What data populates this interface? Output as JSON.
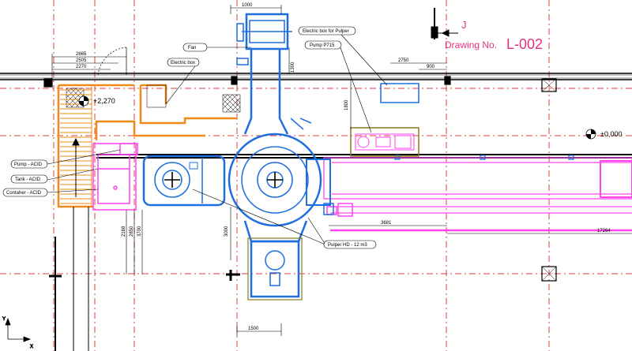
{
  "drawing": {
    "section_letter": "J",
    "label": "Drawing No.",
    "number": "L-002"
  },
  "colors": {
    "pulper_blue": "#1e6fe0",
    "acid_magenta": "#ff44ee",
    "wall_orange": "#f08a1a",
    "grid_red": "#e03c3c",
    "structure_black": "#000000",
    "pump_olive": "#8a7a20"
  },
  "levels": {
    "upper": "+2,270",
    "main": "±0,000"
  },
  "callouts": {
    "fan": "Fan",
    "electric_box": "Electric box",
    "electric_box_pulper": "Electric box for Pulper",
    "pump_p715": "Pump P715",
    "pump_acid": "Pump - ACID",
    "tank_acid": "Tank - ACID",
    "container_acid": "Contaher - ACID",
    "pulper_hd": "Pulper HD - 12 m3"
  },
  "dimensions": {
    "d1000": "1000",
    "d2665": "2665",
    "d2505": "2505",
    "d2270": "2270",
    "d1300": "1300",
    "d2750": "2750",
    "d900": "900",
    "d1800": "1800",
    "d3681": "3681",
    "d17264": "17264",
    "d3000": "3000",
    "d2168": "2168",
    "d2850": "2850",
    "d3700": "3700",
    "d1500": "1500"
  },
  "ucs": {
    "y": "Y",
    "x": "X"
  }
}
